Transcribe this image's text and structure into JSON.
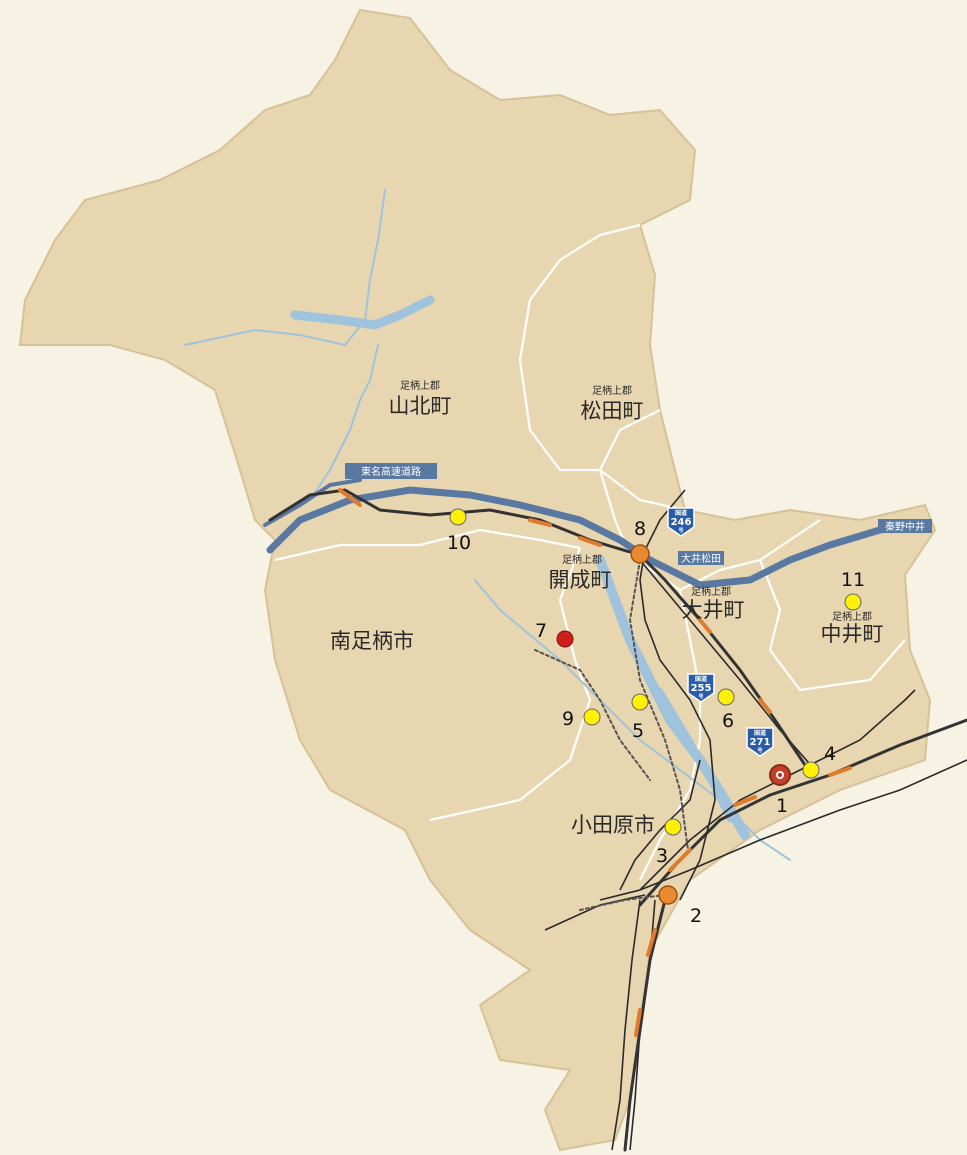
{
  "colors": {
    "background": "#f6f2e4",
    "land": "#e8d6b0",
    "border": "#ffffff",
    "river": "#9fc3dc",
    "expressway": "#5a79a2",
    "railway": "#333333",
    "railway_accent": "#e07a2c",
    "marker_yellow": "#fff200",
    "marker_orange": "#e98a2f",
    "marker_red": "#d0201c",
    "route_shield": "#2a5da8"
  },
  "towns": [
    {
      "name": "山北町",
      "district": "足柄上郡"
    },
    {
      "name": "松田町",
      "district": "足柄上郡"
    },
    {
      "name": "開成町",
      "district": "足柄上郡"
    },
    {
      "name": "大井町",
      "district": "足柄上郡"
    },
    {
      "name": "中井町",
      "district": "足柄上郡"
    },
    {
      "name": "南足柄市"
    },
    {
      "name": "小田原市"
    }
  ],
  "roads": {
    "expressway": "東名高速道路",
    "ic_ooi_matsuda": "大井松田",
    "ic_hadano_nakai": "秦野中井",
    "route_shields": [
      {
        "top": "国道",
        "number": "246",
        "bottom": "号"
      },
      {
        "top": "国道",
        "number": "255",
        "bottom": "号"
      },
      {
        "top": "国道",
        "number": "271",
        "bottom": "号"
      }
    ]
  },
  "markers": [
    {
      "number": "1",
      "color": "red-ring"
    },
    {
      "number": "2",
      "color": "orange"
    },
    {
      "number": "3",
      "color": "yellow"
    },
    {
      "number": "4",
      "color": "yellow"
    },
    {
      "number": "5",
      "color": "yellow"
    },
    {
      "number": "6",
      "color": "yellow"
    },
    {
      "number": "7",
      "color": "red"
    },
    {
      "number": "8",
      "color": "orange"
    },
    {
      "number": "9",
      "color": "yellow"
    },
    {
      "number": "10",
      "color": "yellow"
    },
    {
      "number": "11",
      "color": "yellow"
    }
  ]
}
